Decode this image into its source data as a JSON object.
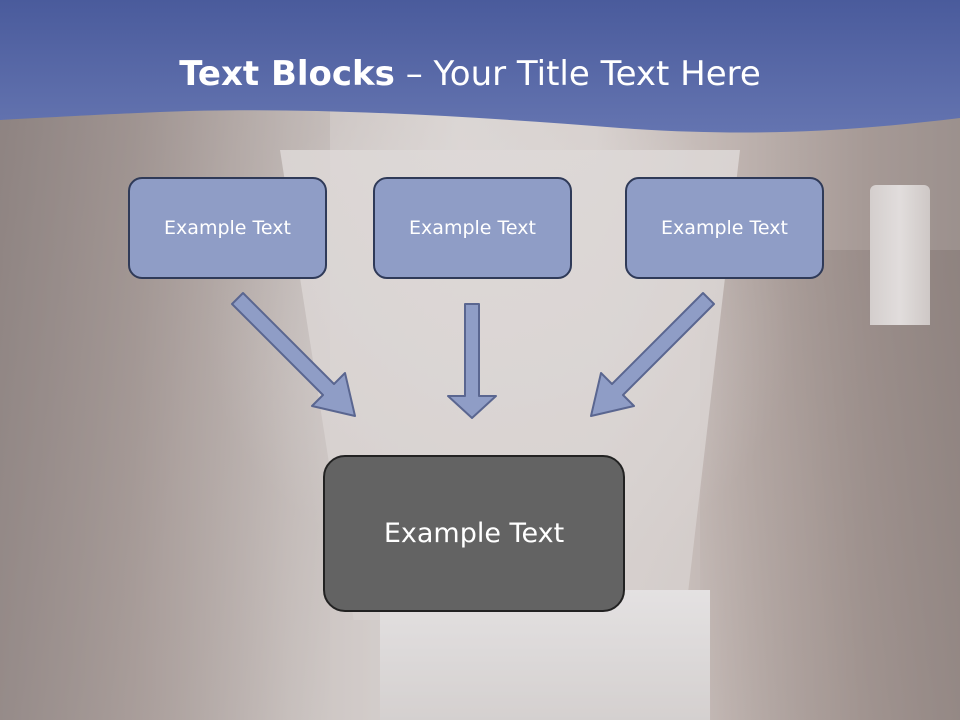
{
  "slide": {
    "title_bold": "Text Blocks",
    "title_separator": " – ",
    "title_rest": "Your Title Text Here",
    "boxes": [
      {
        "label": "Example Text"
      },
      {
        "label": "Example Text"
      },
      {
        "label": "Example Text"
      }
    ],
    "main_box": {
      "label": "Example Text"
    }
  },
  "colors": {
    "title_band": "#5a6aa6",
    "box_fill": "#8f9dc6",
    "box_border": "#2f3a58",
    "arrow_fill": "#8f9dc6",
    "main_box_fill": "#636363"
  }
}
